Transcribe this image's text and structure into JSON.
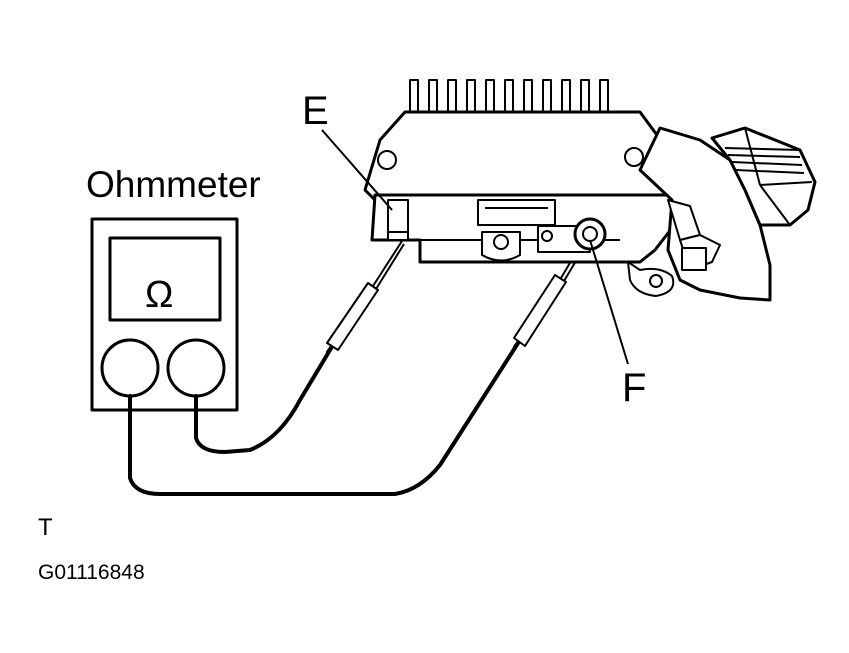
{
  "labels": {
    "instrument": "Ohmmeter",
    "symbol": "Ω",
    "terminal_e": "E",
    "terminal_f": "F",
    "corner_mark": "T",
    "figure_id": "G01116848"
  }
}
